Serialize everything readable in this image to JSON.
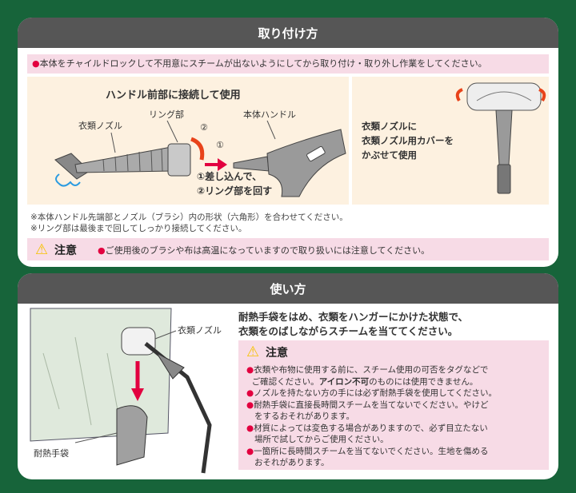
{
  "install": {
    "title": "取り付け方",
    "top_notice": "●本体をチャイルドロックして不用意にスチームが出ないようにしてから取り付け・取り外し作業をしてください。",
    "diagram_left": {
      "heading": "ハンドル前部に接続して使用",
      "label_nozzle": "衣類ノズル",
      "label_ring": "リング部",
      "label_handle": "本体ハンドル",
      "step_num_1": "①",
      "step_num_2": "②",
      "step1": "①差し込んで、",
      "step2": "②リング部を回す"
    },
    "diagram_right": {
      "line1": "衣類ノズルに",
      "line2": "衣類ノズル用カバーを",
      "line3": "かぶせて使用"
    },
    "notes": [
      "※本体ハンドル先端部とノズル（ブラシ）内の形状（六角形）を合わせてください。",
      "※リング部は最後まで回してしっかり接続してください。"
    ],
    "caution_label": "注意",
    "caution_text": "●ご使用後のブラシや布は高温になっていますので取り扱いには注意してください。"
  },
  "usage": {
    "title": "使い方",
    "label_nozzle": "衣類ノズル",
    "label_glove": "耐熱手袋",
    "intro_line1": "耐熱手袋をはめ、衣類をハンガーにかけた状態で、",
    "intro_line2": "衣類をのばしながらスチームを当ててください。",
    "caution_label": "注意",
    "cautions": [
      [
        "●衣類や布物に使用する前に、スチーム使用の可否をタグなどで",
        "ご確認ください。",
        "アイロン不可",
        "のものには使用できません。"
      ],
      [
        "●ノズルを持たない方の手には必ず耐熱手袋を使用してください。"
      ],
      [
        "●耐熱手袋に直接長時間スチームを当てないでください。やけど",
        "をするおそれがあります。"
      ],
      [
        "●材質によっては変色する場合がありますので、必ず目立たない",
        "場所で試してからご使用ください。"
      ],
      [
        "●一箇所に長時間スチームを当てないでください。生地を傷める",
        "おそれがあります。"
      ]
    ]
  }
}
